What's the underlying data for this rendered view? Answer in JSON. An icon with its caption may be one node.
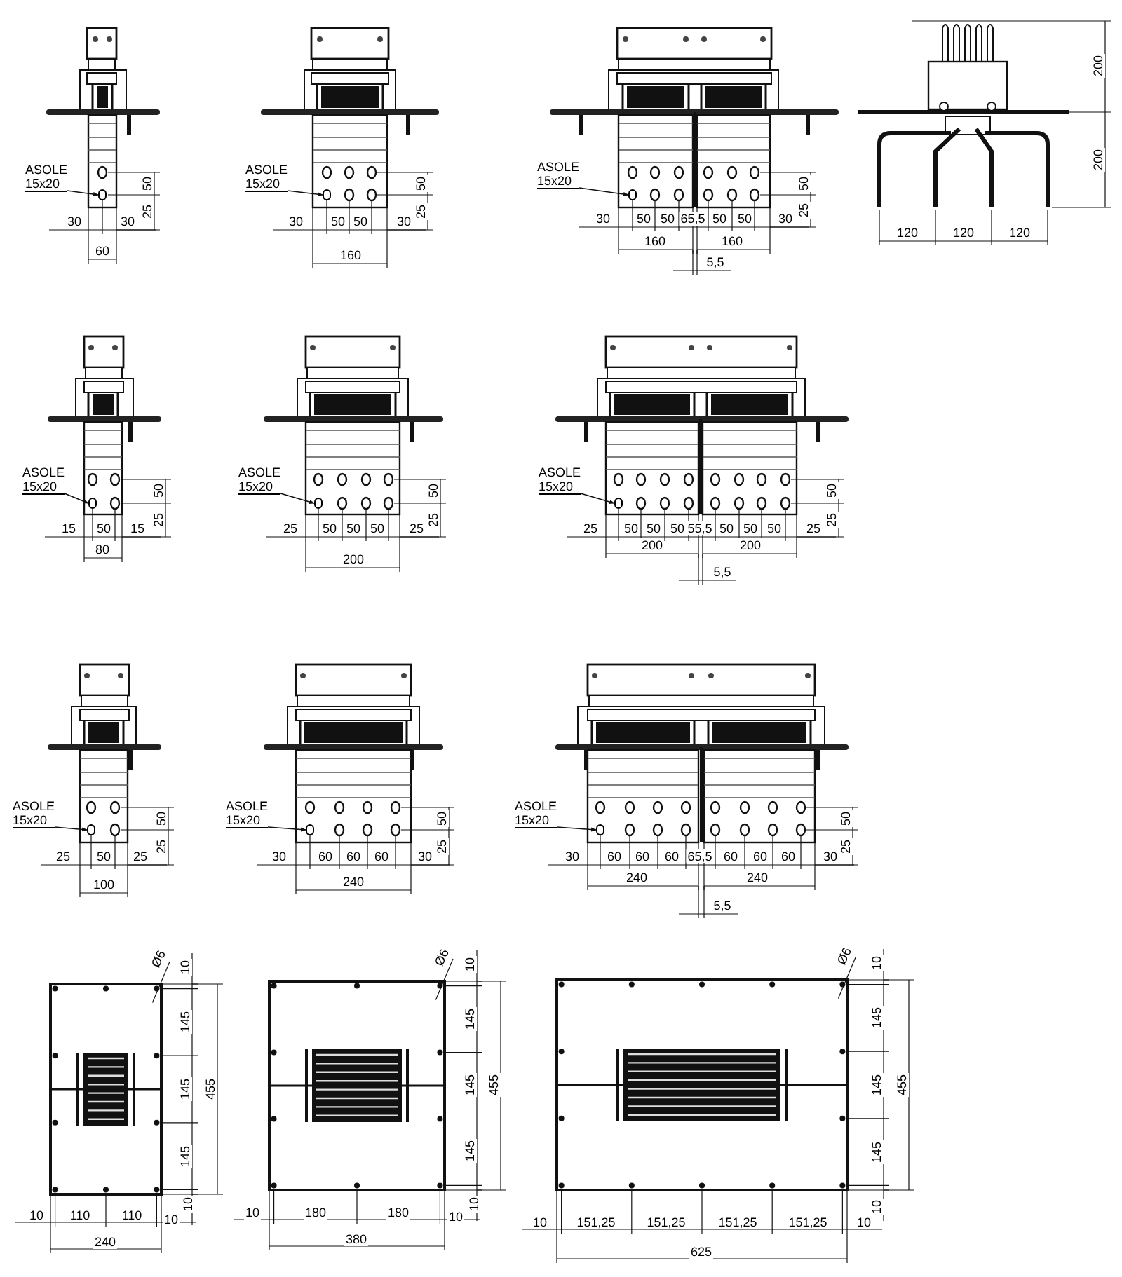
{
  "diagram": {
    "nodes": [
      {
        "text": [
          "ASOLE 15x20"
        ]
      },
      {
        "text": [],
        "shape": "circle"
      },
      {
        "text": [
          "ASOLE 15x20"
        ]
      },
      {
        "text": [],
        "shape": "circle"
      },
      {
        "text": [
          "ASOLE 15x20"
        ]
      },
      {
        "text": [],
        "shape": "circle"
      },
      {
        "text": [
          "ASOLE 15x20"
        ]
      },
      {
        "text": [],
        "shape": "circle"
      },
      {
        "text": [
          "ASOLE 15x20"
        ]
      },
      {
        "text": [],
        "shape": "circle"
      },
      {
        "text": [
          "ASOLE 15x20"
        ]
      },
      {
        "text": [],
        "shape": "circle"
      },
      {
        "text": [
          "ASOLE 15x20"
        ]
      },
      {
        "text": [],
        "shape": "circle"
      },
      {
        "text": [
          "ASOLE 15x20"
        ]
      },
      {
        "text": [],
        "shape": "circle"
      },
      {
        "text": [
          "ASOLE 15x20"
        ]
      },
      {
        "text": [],
        "shape": "circle"
      }
    ],
    "edges": [
      {
        "from": 0,
        "to": 1,
        "arrow": "to"
      },
      {
        "from": 2,
        "to": 3,
        "arrow": "to"
      },
      {
        "from": 4,
        "to": 5,
        "arrow": "to"
      },
      {
        "from": 6,
        "to": 7,
        "arrow": "to"
      },
      {
        "from": 8,
        "to": 9,
        "arrow": "to"
      },
      {
        "from": 10,
        "to": 11,
        "arrow": "to"
      },
      {
        "from": 12,
        "to": 13,
        "arrow": "to"
      },
      {
        "from": 14,
        "to": 15,
        "arrow": "to"
      },
      {
        "from": 16,
        "to": 17,
        "arrow": "to"
      }
    ],
    "labels": [
      "50",
      "30",
      "30",
      "25",
      "60",
      "50",
      "30",
      "50",
      "50",
      "30",
      "25",
      "160",
      "50",
      "30",
      "50",
      "50",
      "65,5",
      "50",
      "50",
      "30",
      "25",
      "160",
      "160",
      "5,5",
      "200",
      "200",
      "120",
      "120",
      "120",
      "50",
      "15",
      "50",
      "15",
      "25",
      "80",
      "50",
      "25",
      "50",
      "50",
      "50",
      "25",
      "25",
      "200",
      "50",
      "25",
      "50",
      "50",
      "50",
      "55,5",
      "50",
      "50",
      "50",
      "25",
      "25",
      "200",
      "200",
      "5,5",
      "50",
      "25",
      "50",
      "25",
      "25",
      "100",
      "50",
      "30",
      "60",
      "60",
      "60",
      "30",
      "25",
      "240",
      "50",
      "30",
      "60",
      "60",
      "60",
      "65,5",
      "60",
      "60",
      "60",
      "30",
      "25",
      "240",
      "240",
      "5,5",
      "Ø6",
      "10",
      "145",
      "145",
      "455",
      "145",
      "10",
      "10",
      "110",
      "110",
      "10",
      "240",
      "Ø6",
      "10",
      "145",
      "145",
      "455",
      "145",
      "10",
      "10",
      "180",
      "180",
      "10",
      "380",
      "Ø6",
      "10",
      "145",
      "145",
      "455",
      "145",
      "10",
      "10",
      "151,25",
      "151,25",
      "151,25",
      "151,25",
      "10",
      "625"
    ]
  }
}
